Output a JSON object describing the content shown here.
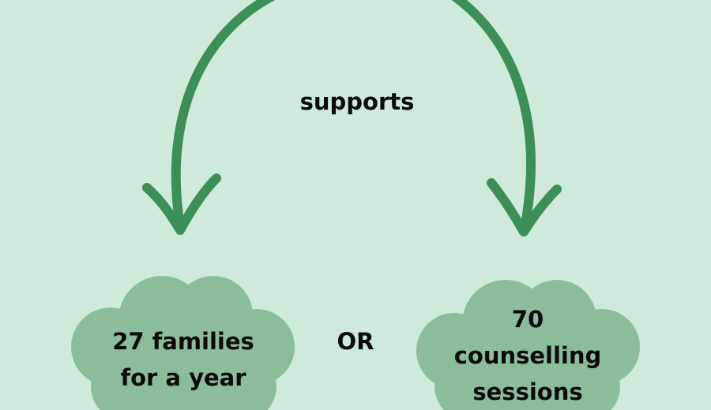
{
  "center_label": "supports",
  "left_option": {
    "line1": "27 families",
    "line2": "for a year"
  },
  "separator": "OR",
  "right_option": {
    "line1": "70",
    "line2": "counselling",
    "line3": "sessions"
  },
  "colors": {
    "background": "#cfeadb",
    "cloud": "#8bbd9c",
    "arrow": "#3d8f5a"
  }
}
